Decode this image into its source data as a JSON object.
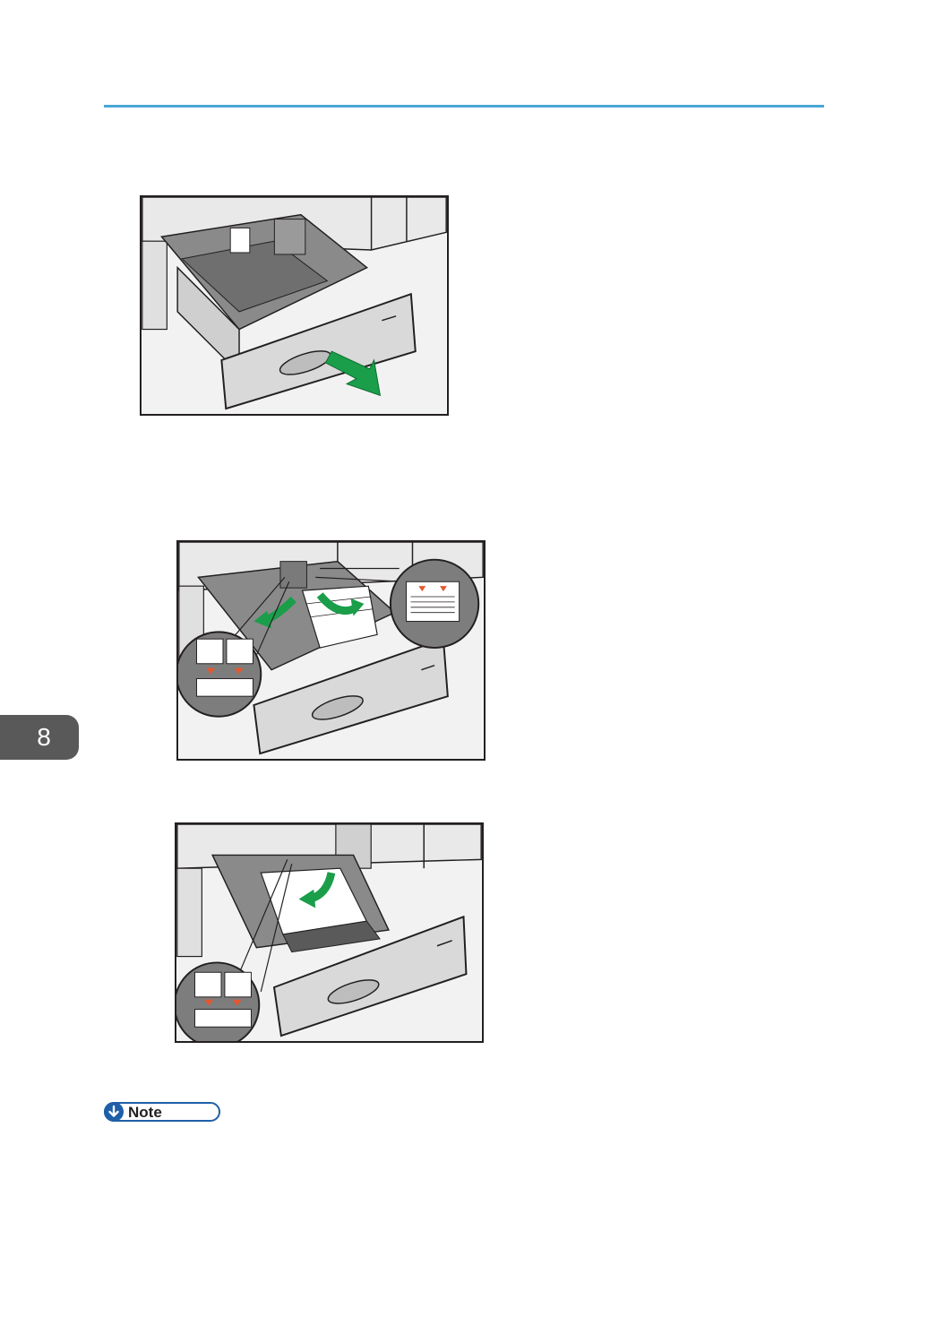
{
  "page": {
    "chapter_number": "8",
    "note_label": "Note"
  },
  "figures": [
    {
      "id": "fig1",
      "description_icon": "paper-tray-pull-out-illustration"
    },
    {
      "id": "fig2",
      "description_icon": "paper-tray-load-paper-illustration"
    },
    {
      "id": "fig3",
      "description_icon": "paper-tray-adjust-guide-illustration"
    }
  ],
  "colors": {
    "header_rule": "#4aa7d6",
    "arrow_green": "#1a9e4a",
    "tab_gray": "#595959",
    "note_blue": "#1f5fa8",
    "marker_red": "#e4572e"
  }
}
